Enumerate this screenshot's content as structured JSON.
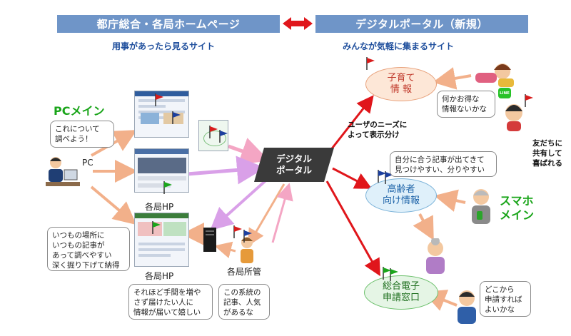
{
  "header": {
    "left_title": "都庁総合・各局ホームページ",
    "right_title": "デジタルポータル（新規）",
    "left_subtitle": "用事があったら見るサイト",
    "right_subtitle": "みんなが気軽に集まるサイト"
  },
  "left": {
    "pc_main": "PCメイン",
    "pc_label": "PC",
    "bubble_top": "これについて\n調べよう！",
    "bubble_bottom": "いつもの場所に\nいつもの記事が\nあって調べやすい\n深く掘り下げて納得",
    "hp_label_1": "各局HP",
    "hp_label_2": "各局HP",
    "bureau_label": "各局所管",
    "bubble_effort": "それほど手間を増や\nさず届けたい人に\n情報が届いて嬉しい",
    "bubble_article": "この系統の\n記事、人気\nがあるな"
  },
  "center": {
    "portal_label": "デジタル\nポータル",
    "needs_note": "ユーザのニーズに\nよって表示分け"
  },
  "right": {
    "childcare": "子育て\n情 報",
    "elderly": "高齢者\n向け情報",
    "e_application": "総合電子\n申請窓口",
    "bubble_deal": "何かお得な\n情報ないかな",
    "friends_note": "友だちに\n共有して\n喜ばれる",
    "bubble_find": "自分に合う記事が出てきて\n見つけやすい、分りやすい",
    "smartphone_main": "スマホ\nメイン",
    "bubble_apply": "どこから\n申請すれば\nよいかな",
    "line_badge": "LINE"
  },
  "colors": {
    "banner": "#6f95c8",
    "subtitle": "#1d4d9c",
    "green_label": "#1aa51a",
    "red_arrow": "#e0161b",
    "salmon_arrow": "#f2b08a",
    "pink_arrow": "#f4a6c4",
    "violet_arrow": "#d9a0e8",
    "ellipse_orange_fill": "#fde7d7",
    "ellipse_blue_fill": "#dff0fa",
    "ellipse_green_fill": "#e5f5e5",
    "portal_fill": "#3a3a3a"
  }
}
